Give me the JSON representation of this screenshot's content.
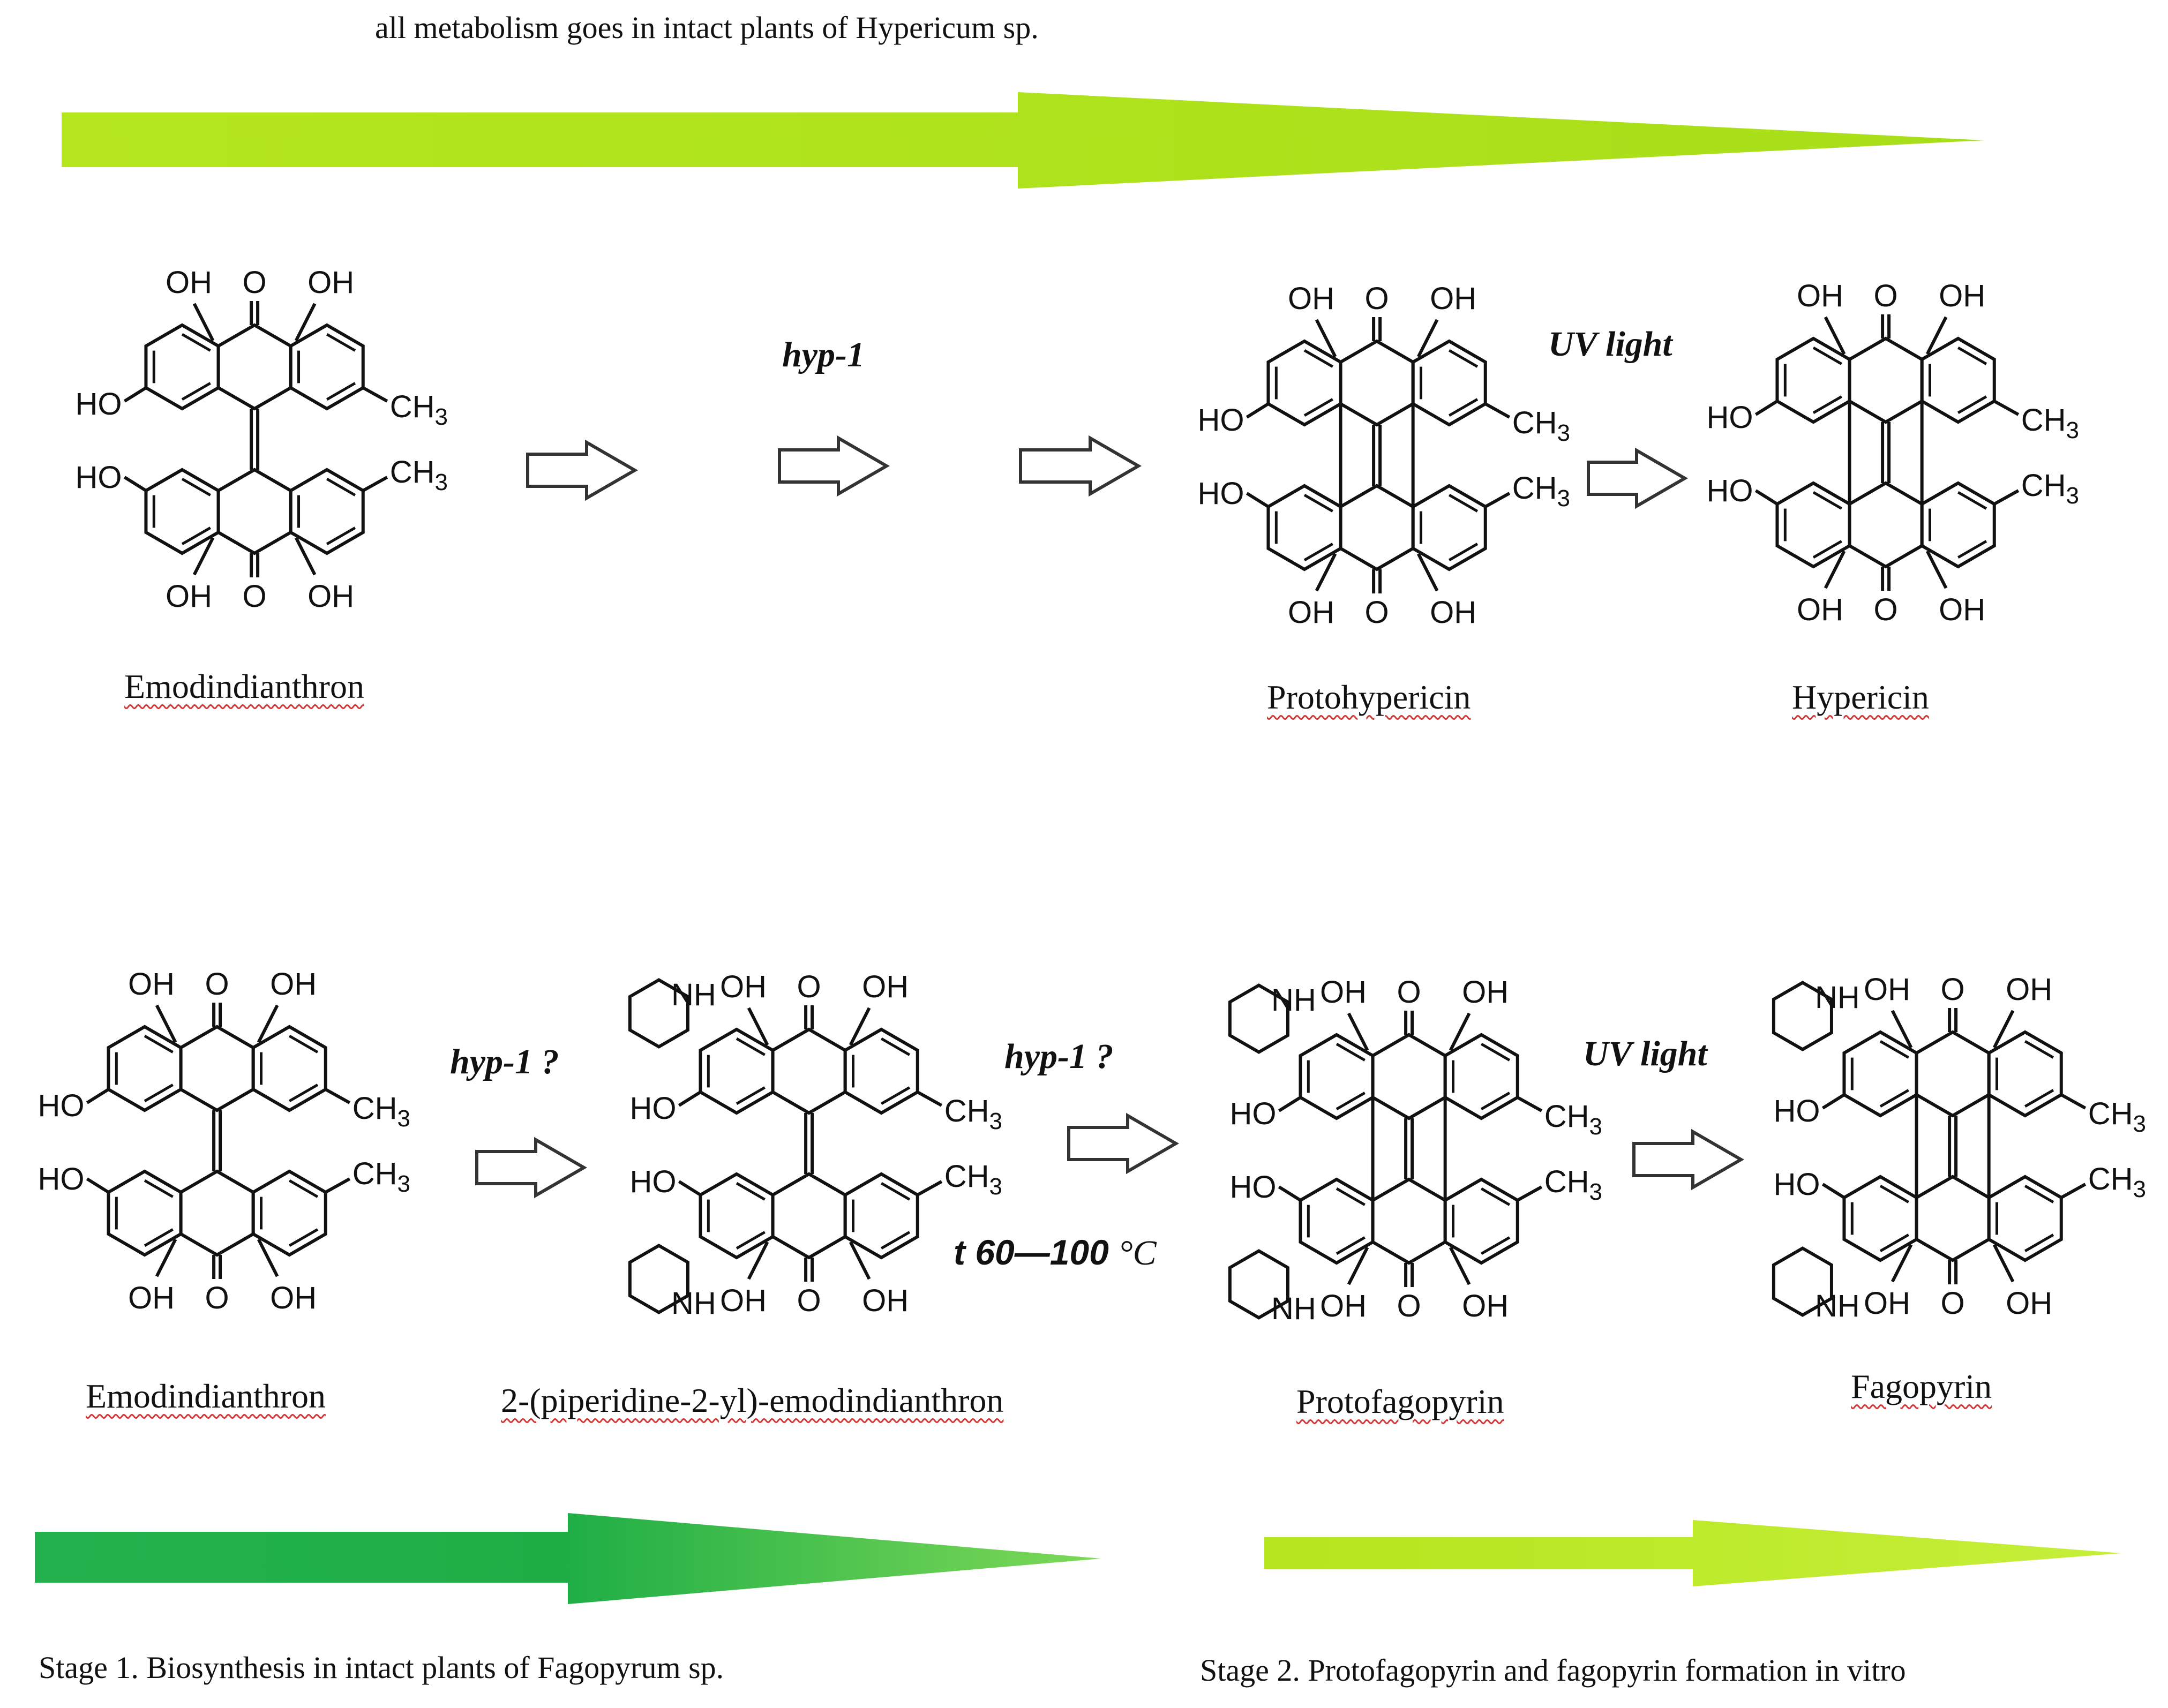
{
  "top_caption": "all metabolism goes in intact plants of Hypericum sp.",
  "enzymes": {
    "hyp1": "hyp-1",
    "hyp1_q": "hyp-1 ?",
    "uv": "UV light",
    "temperature": "t 60—100",
    "temperature_unit": "°C"
  },
  "pathway_top": {
    "compounds": [
      "Emodindianthron",
      "Protohypericin",
      "Hypericin"
    ]
  },
  "pathway_bottom": {
    "compounds": [
      "Emodindianthron",
      "2-(piperidine-2-yl)-emodindianthron",
      "Protofagopyrin",
      "Fagopyrin"
    ]
  },
  "stages": {
    "stage1": "Stage 1. Biosynthesis in intact plants of Fagopyrum sp.",
    "stage2": "Stage 2. Protofagopyrin and fagopyrin formation in vitro"
  },
  "labels": {
    "oh": "OH",
    "o": "O",
    "ho": "HO",
    "ch3": "CH3",
    "nh": "NH"
  },
  "colors": {
    "light_green": "#b5e61d",
    "dark_green": "#22b14c",
    "outline_arrow": "#333333"
  }
}
